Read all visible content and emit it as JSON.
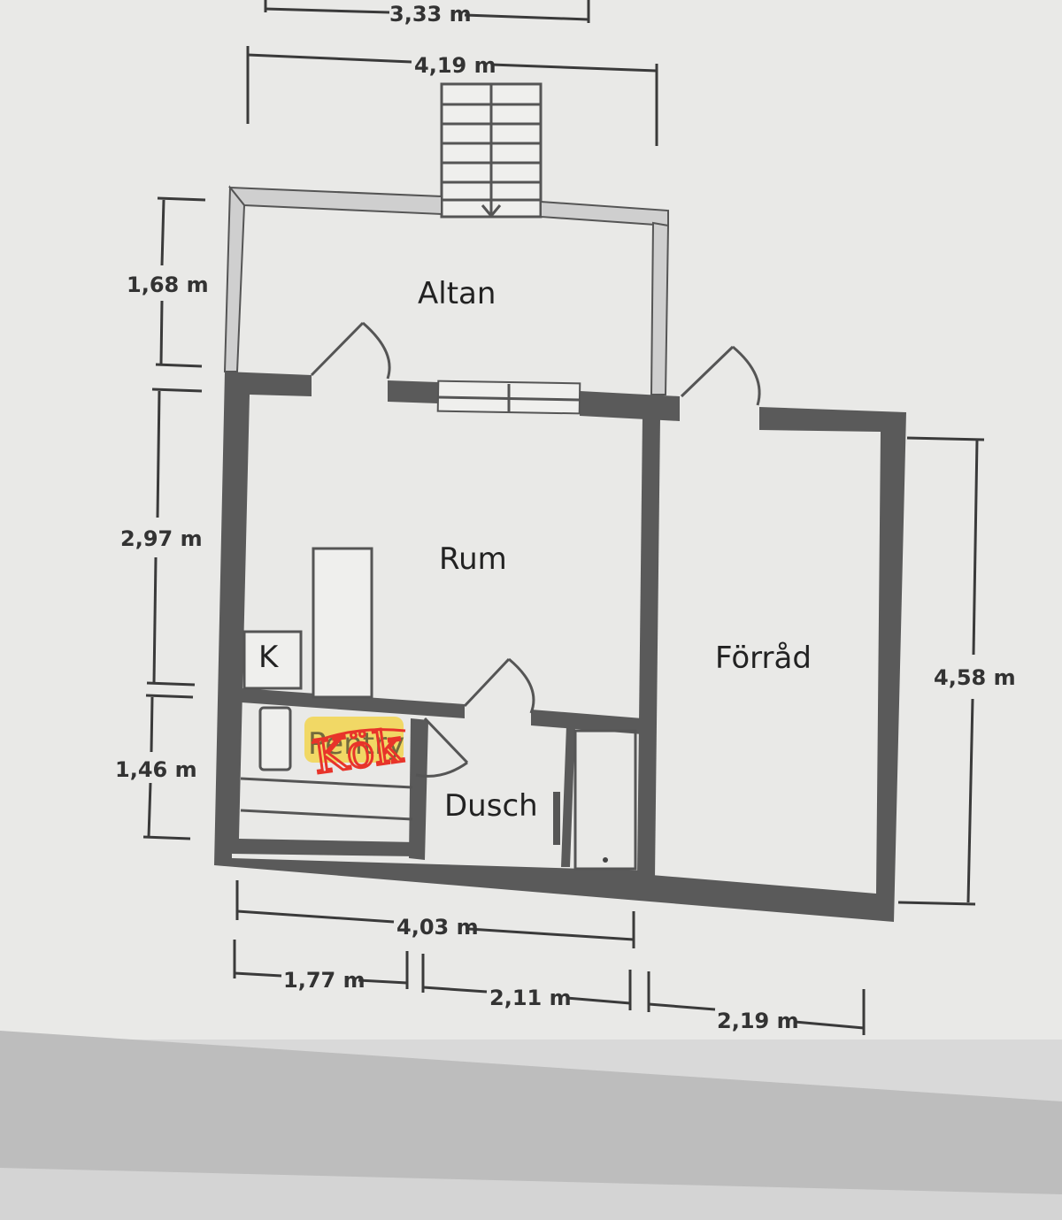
{
  "rooms": {
    "altan": "Altan",
    "rum": "Rum",
    "forrad": "Förråd",
    "k": "K",
    "dusch": "Dusch",
    "pentry_struck": "Pentry",
    "kok_handwritten": "Kök"
  },
  "dimensions": {
    "top_333": "3,33 m",
    "top_419": "4,19 m",
    "left_168": "1,68 m",
    "left_297": "2,97 m",
    "left_146": "1,46 m",
    "right_458": "4,58 m",
    "bottom_403": "4,03 m",
    "bottom_177": "1,77 m",
    "bottom_211": "2,11 m",
    "bottom_219": "2,19 m"
  },
  "colors": {
    "paper": "#e8e8e6",
    "wall": "#5a5a5a",
    "annotation": "#e8342a",
    "highlight": "#f3d23a"
  }
}
